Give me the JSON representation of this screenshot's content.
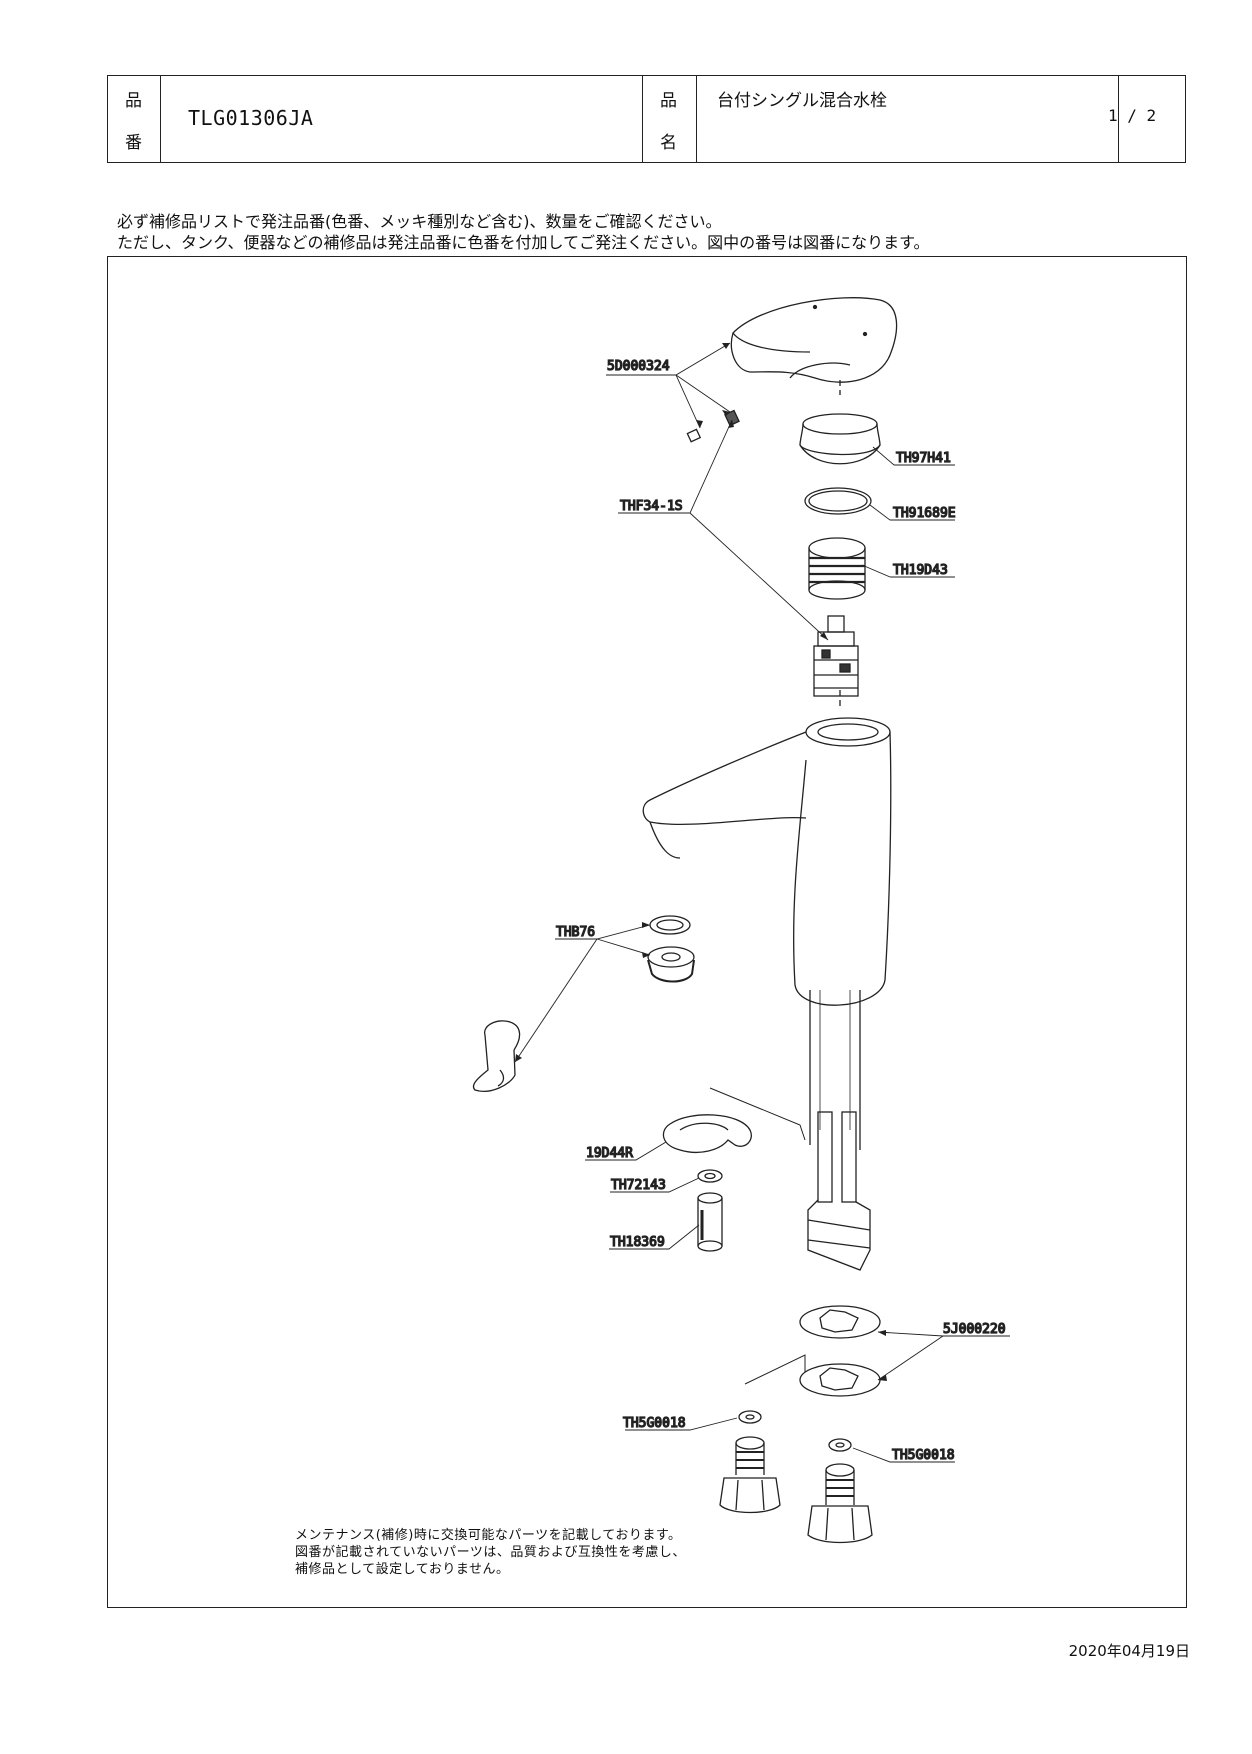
{
  "header": {
    "hin_label_top": "品",
    "hin_label_bottom": "番",
    "part_number": "TLG01306JA",
    "name_label_top": "品",
    "name_label_bottom": "名",
    "product_name": "台付シングル混合水栓",
    "page": "1 / 2"
  },
  "notice": {
    "line1": "必ず補修品リストで発注品番(色番、メッキ種別など含む)、数量をご確認ください。",
    "line2": "ただし、タンク、便器などの補修品は発注品番に色番を付加してご発注ください。図中の番号は図番になります。"
  },
  "parts": {
    "p1": "5D000324",
    "p2": "TH97H41",
    "p3": "THF34-1S",
    "p4": "TH91689E",
    "p5": "TH19D43",
    "p6": "THB76",
    "p7": "19D44R",
    "p8": "TH72143",
    "p9": "TH18369",
    "p10": "5J000220",
    "p11": "TH5G0018",
    "p12": "TH5G0018"
  },
  "footnote": {
    "line1": "メンテナンス(補修)時に交換可能なパーツを記載しております。",
    "line2": "図番が記載されていないパーツは、品質および互換性を考慮し、",
    "line3": "補修品として設定しておりません。"
  },
  "date": "2020年04月19日"
}
